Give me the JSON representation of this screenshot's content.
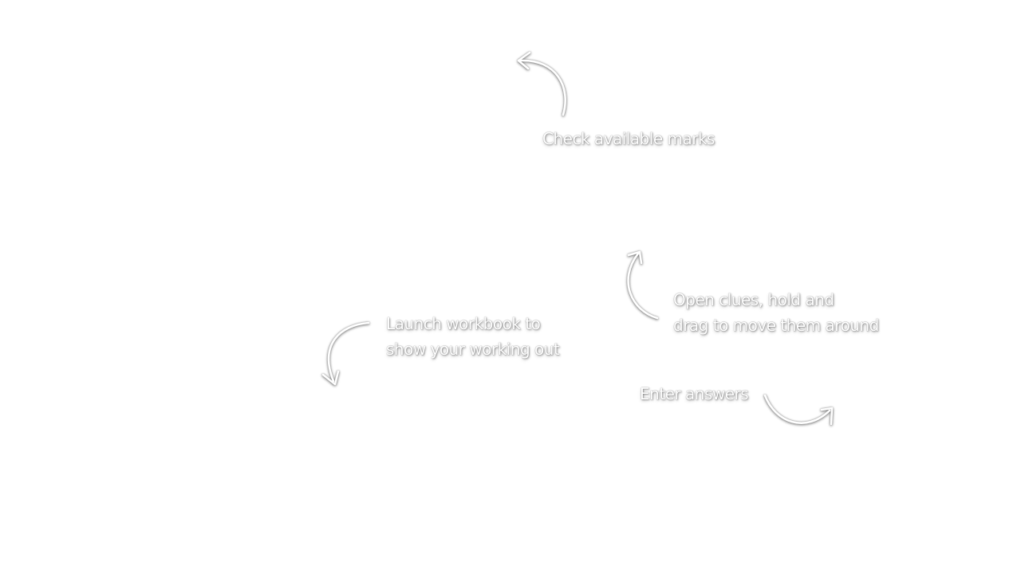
{
  "hints": {
    "marks": {
      "text": "Check available marks",
      "icon": "curved-arrow-up-left-icon"
    },
    "clues": {
      "line1": "Open clues, hold and",
      "line2": "drag to move them around",
      "icon": "curved-arrow-up-icon"
    },
    "workbook": {
      "line1": "Launch workbook to",
      "line2": "show your working out",
      "icon": "curved-arrow-down-left-icon"
    },
    "answers": {
      "text": "Enter answers",
      "icon": "curved-arrow-right-icon"
    }
  },
  "colors": {
    "background": "#ffffff",
    "hint_text": "#ffffff",
    "shadow": "#000000"
  }
}
